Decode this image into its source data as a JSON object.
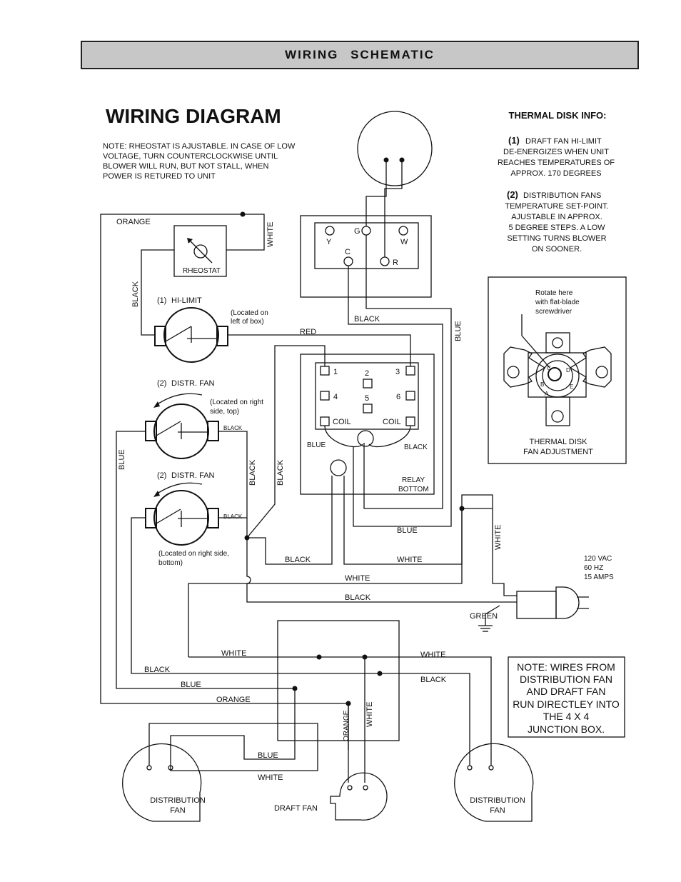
{
  "header": {
    "title": "WIRING SCHEMATIC"
  },
  "diagram": {
    "title": "WIRING DIAGRAM",
    "note_rheostat": [
      "NOTE: RHEOSTAT IS AJUSTABLE. IN CASE OF LOW",
      "VOLTAGE, TURN COUNTERCLOCKWISE UNTIL",
      "BLOWER WILL RUN, BUT NOT STALL, WHEN",
      "POWER IS RETURED TO UNIT"
    ],
    "thermal_info": {
      "title": "THERMAL DISK INFO:",
      "item1_num": "(1)",
      "item1": [
        "DRAFT FAN HI-LIMIT",
        "DE-ENERGIZES WHEN UNIT",
        "REACHES TEMPERATURES OF",
        "APPROX. 170 DEGREES"
      ],
      "item2_num": "(2)",
      "item2": [
        "DISTRIBUTION FANS",
        "TEMPERATURE SET-POINT.",
        "AJUSTABLE IN APPROX.",
        "5 DEGREE STEPS. A LOW",
        "SETTING TURNS BLOWER",
        "ON SOONER."
      ]
    },
    "thermal_disk": {
      "rotate_note": [
        "Rotate here",
        "with flat-blade",
        "screwdriver"
      ],
      "caption": [
        "THERMAL DISK",
        "FAN ADJUSTMENT"
      ],
      "dial_letters": [
        "A",
        "B",
        "C",
        "D",
        "E"
      ]
    },
    "thermostat": {
      "terminals": [
        "Y",
        "G",
        "W",
        "C",
        "R"
      ]
    },
    "relay": {
      "pins": [
        "1",
        "2",
        "3",
        "4",
        "5",
        "6"
      ],
      "coil": "COIL",
      "label": [
        "RELAY",
        "BOTTOM"
      ]
    },
    "components": {
      "rheostat": "RHEOSTAT",
      "hi_limit_num": "(1)",
      "hi_limit": "HI-LIMIT",
      "hi_limit_note": [
        "(Located on",
        "left of box)"
      ],
      "distr_fan_num": "(2)",
      "distr_fan": "DISTR. FAN",
      "distr_fan_top_note": [
        "(Located on right",
        "side, top)"
      ],
      "distr_fan_bottom_note": [
        "(Located on right side,",
        "bottom)"
      ],
      "distribution_fan": [
        "DISTRIBUTION",
        "FAN"
      ],
      "draft_fan": "DRAFT FAN"
    },
    "power": {
      "spec": [
        "120 VAC",
        "60 HZ",
        "15 AMPS"
      ],
      "ground": "GREEN"
    },
    "wires": {
      "orange": "ORANGE",
      "white": "WHITE",
      "black": "BLACK",
      "blue": "BLUE",
      "red": "RED"
    },
    "junction_note": [
      "NOTE: WIRES FROM",
      "DISTRIBUTION FAN",
      "AND DRAFT FAN",
      "RUN DIRECTLEY INTO",
      "THE 4 X 4",
      "JUNCTION BOX."
    ]
  }
}
